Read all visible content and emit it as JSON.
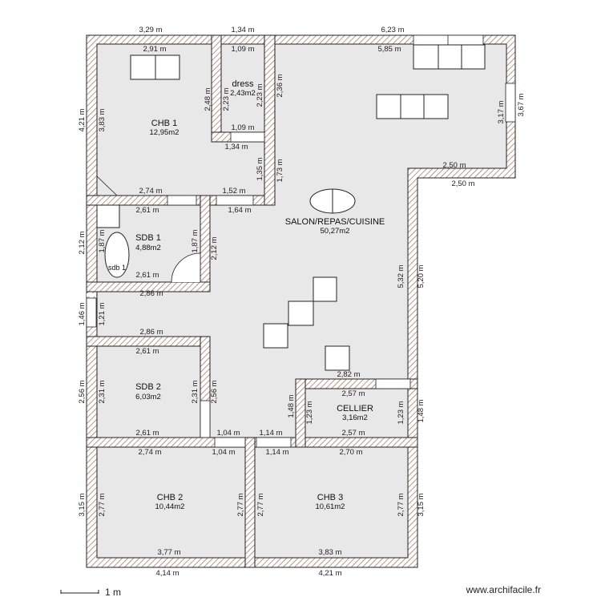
{
  "rooms": {
    "chb1": {
      "name": "CHB 1",
      "area": "12,95m2"
    },
    "dress": {
      "name": "dress",
      "area": "2,43m2"
    },
    "salon": {
      "name": "SALON/REPAS/CUISINE",
      "area": "50,27m2"
    },
    "sdb1": {
      "name": "SDB 1",
      "area": "4,88m2",
      "fixture": "sdb 1"
    },
    "sdb2": {
      "name": "SDB 2",
      "area": "6,03m2"
    },
    "cellier": {
      "name": "CELLIER",
      "area": "3,16m2"
    },
    "chb2": {
      "name": "CHB 2",
      "area": "10,44m2"
    },
    "chb3": {
      "name": "CHB 3",
      "area": "10,61m2"
    }
  },
  "dimensions": {
    "top_left": "3,29 m",
    "top_mid": "1,34 m",
    "top_right": "6,23 m",
    "chb1_top_inner": "2,91 m",
    "dress_top_inner": "1,09 m",
    "salon_top_inner": "5,85 m",
    "left_chb1_outer": "4,21 m",
    "left_chb1_inner": "3,83 m",
    "dress_left": "2,48 m",
    "dress_inner_left": "2,23 m",
    "dress_inner_right": "2,23 m",
    "dress_right": "2,36 m",
    "dress_bottom_inner": "1,09 m",
    "dress_bottom_outer": "1,34 m",
    "corridor_vert_1": "1,35 m",
    "corridor_vert_2": "1,73 m",
    "right_top_inner": "3,17 m",
    "right_top_outer": "3,67 m",
    "step_top": "2,50 m",
    "step_bottom": "2,50 m",
    "chb1_bottom": "2,74 m",
    "chb1_bottom_2": "1,52 m",
    "sdb1_top": "2,61 m",
    "corridor_1_64": "1,64 m",
    "sdb1_left_outer": "2,12 m",
    "sdb1_left_inner": "1,87 m",
    "sdb1_right_inner": "1,87 m",
    "sdb1_right_outer": "2,12 m",
    "sdb1_bottom": "2,61 m",
    "hall_top": "2,86 m",
    "hall_left_outer": "1,46 m",
    "hall_left_inner": "1,21 m",
    "hall_bottom": "2,86 m",
    "right_mid_inner": "5,32 m",
    "right_mid_outer": "5,20 m",
    "sdb2_top": "2,61 m",
    "sdb2_left_outer": "2,56 m",
    "sdb2_left_inner": "2,31 m",
    "sdb2_right_inner": "2,31 m",
    "sdb2_right_outer": "2,56 m",
    "sdb2_bottom": "2,61 m",
    "cellier_top_outer": "2,82 m",
    "cellier_top_inner": "2,57 m",
    "cellier_left_outer": "1,48 m",
    "cellier_left_inner": "1,23 m",
    "cellier_right_inner": "1,23 m",
    "cellier_right_outer": "1,48 m",
    "cellier_bottom": "2,57 m",
    "door_1_04_top": "1,04 m",
    "door_1_14_top": "1,14 m",
    "chb2_top": "2,74 m",
    "door_1_04_bottom": "1,04 m",
    "door_1_14_bottom": "1,14 m",
    "chb3_top": "2,70 m",
    "chb2_left_outer": "3,15 m",
    "chb2_left_inner": "2,77 m",
    "chb2_right_inner": "2,77 m",
    "chb3_left_inner": "2,77 m",
    "chb3_right_inner": "2,77 m",
    "chb3_right_outer": "3,15 m",
    "chb2_bottom_inner": "3,77 m",
    "chb3_bottom_inner": "3,83 m",
    "bottom_left": "4,14 m",
    "bottom_right": "4,21 m"
  },
  "footer": {
    "scale_label": "1 m",
    "watermark": "www.archifacile.fr"
  }
}
